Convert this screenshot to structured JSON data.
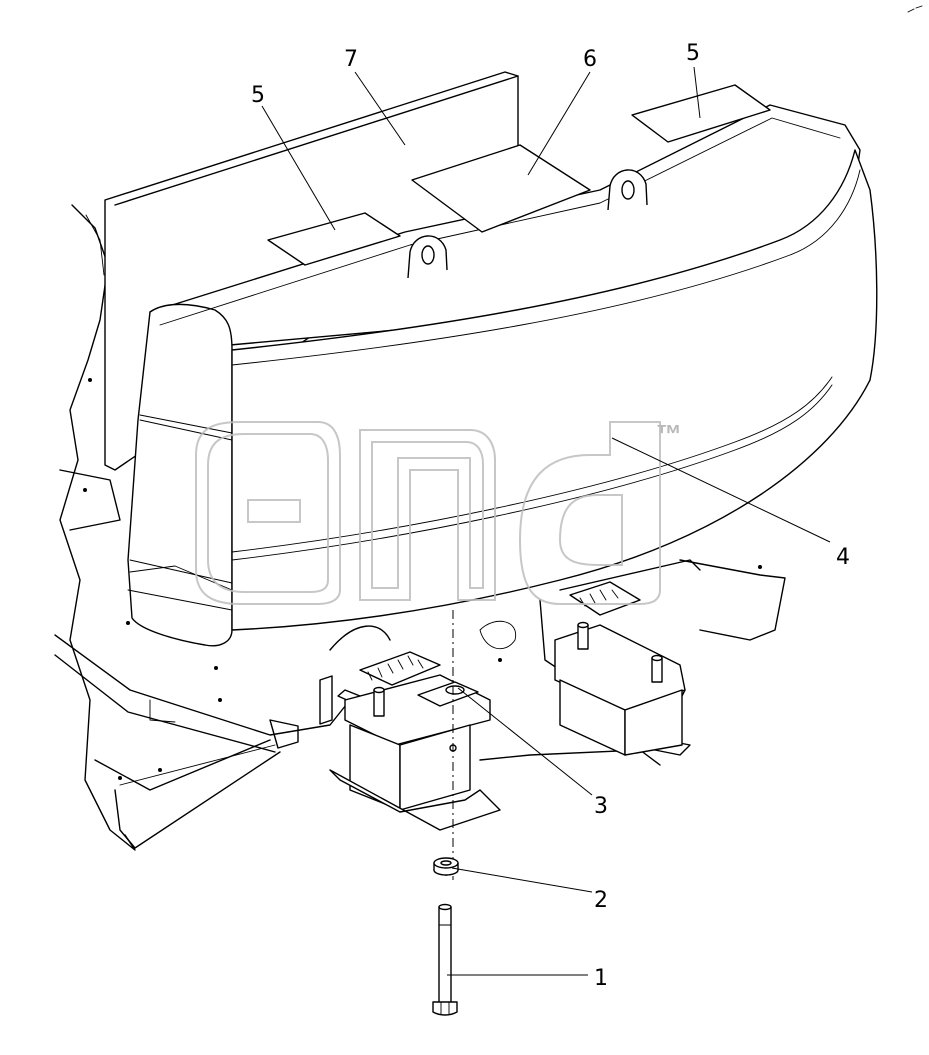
{
  "callouts": [
    {
      "id": "c1",
      "label": "1"
    },
    {
      "id": "c2",
      "label": "2"
    },
    {
      "id": "c3",
      "label": "3"
    },
    {
      "id": "c4",
      "label": "4"
    },
    {
      "id": "c5a",
      "label": "5"
    },
    {
      "id": "c5b",
      "label": "5"
    },
    {
      "id": "c6",
      "label": "6"
    },
    {
      "id": "c7",
      "label": "7"
    }
  ],
  "watermark": {
    "mark": "™"
  }
}
